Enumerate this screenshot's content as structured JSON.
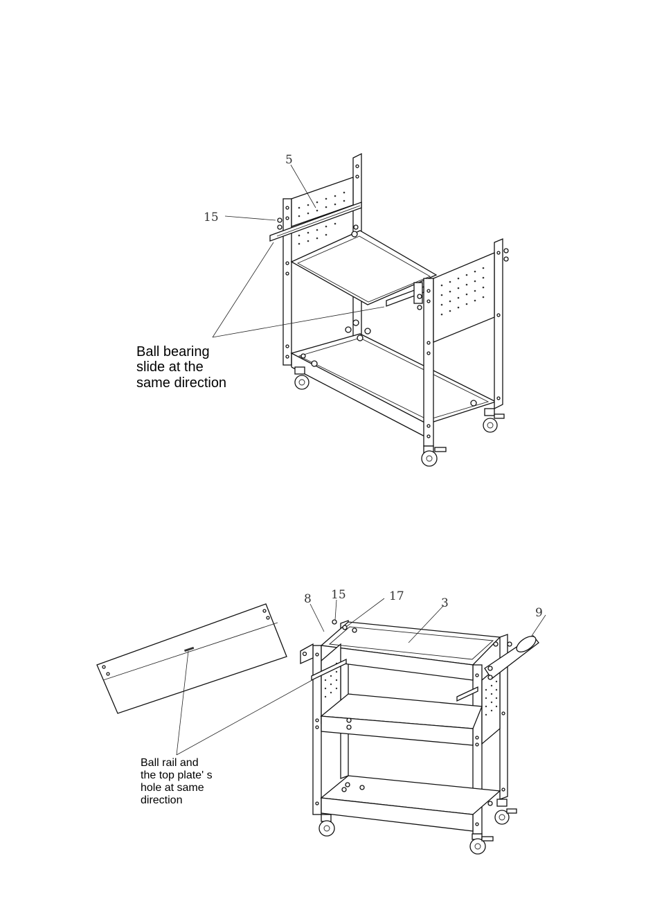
{
  "figures": [
    {
      "callout_text": "Ball bearing\nslide at the\nsame direction",
      "part_numbers": [
        "5",
        "15"
      ]
    },
    {
      "callout_text": "Ball rail and\nthe top plate' s\nhole at same\ndirection",
      "part_numbers": [
        "8",
        "15",
        "17",
        "3",
        "9"
      ]
    }
  ]
}
